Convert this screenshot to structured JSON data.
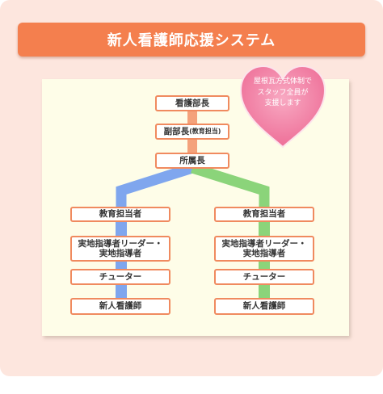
{
  "title": "新人看護師応援システム",
  "top_chain": {
    "director": "看護部長",
    "deputy_main": "副部長",
    "deputy_note": "(教育担当)",
    "head": "所属長"
  },
  "left_branch": {
    "educator": "教育担当者",
    "leader": "実地指導者リーダー・\n実地指導者",
    "tutor": "チューター",
    "new_nurse": "新人看護師"
  },
  "right_branch": {
    "educator": "教育担当者",
    "leader": "実地指導者リーダー・\n実地指導者",
    "tutor": "チューター",
    "new_nurse": "新人看護師"
  },
  "heart_note": "屋根瓦方式体制で\nスタッフ全員が\n支援します",
  "colors": {
    "banner": "#f47f4e",
    "box_border": "#f08a5f",
    "center_connector": "#f4a27b",
    "left_connector": "#7fa6ee",
    "right_connector": "#8bd47a",
    "heart": "#f082a6"
  }
}
